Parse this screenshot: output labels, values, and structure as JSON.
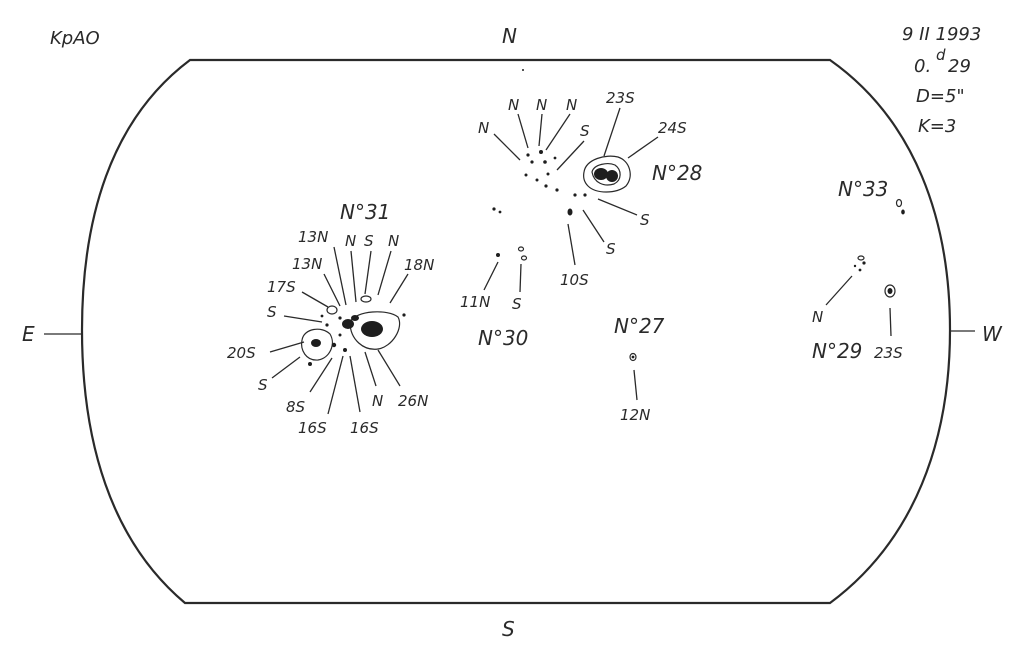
{
  "header": {
    "observatory": "KpAO",
    "date": "9 II 1993",
    "time_main": "0.",
    "time_sup": "d",
    "time_frac": "29",
    "diameter": "D=5\"",
    "k_index": "K=3"
  },
  "compass": {
    "north": "N",
    "south": "S",
    "east": "E",
    "west": "W"
  },
  "groups": {
    "g31": {
      "number": "N°31",
      "labels": [
        "13N",
        "N",
        "S",
        "N",
        "13N",
        "18N",
        "17S",
        "S",
        "20S",
        "S",
        "8S",
        "16S",
        "16S",
        "N",
        "26N"
      ]
    },
    "g30": {
      "number": "N°30",
      "labels": [
        "11N",
        "S"
      ]
    },
    "g28": {
      "number": "N°28",
      "labels": [
        "N",
        "N",
        "N",
        "N",
        "S",
        "23S",
        "24S",
        "S",
        "S",
        "10S"
      ]
    },
    "g27": {
      "number": "N°27",
      "labels": [
        "12N"
      ]
    },
    "g33": {
      "number": "N°33",
      "labels": []
    },
    "g29": {
      "number": "N°29",
      "labels": [
        "N",
        "23S"
      ]
    }
  },
  "colors": {
    "ink": "#2a2a2a",
    "paper": "#ffffff"
  }
}
